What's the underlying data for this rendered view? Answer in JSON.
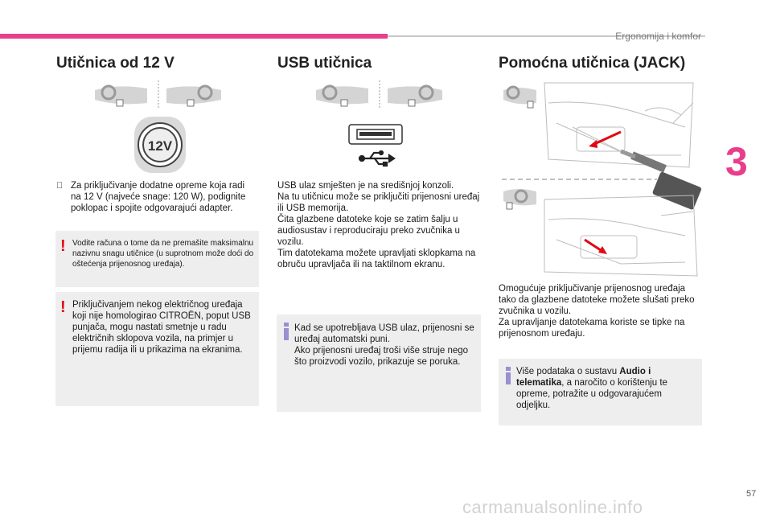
{
  "header": {
    "title": "Ergonomija i komfor"
  },
  "chapter_number": "3",
  "page_number": "57",
  "watermark": "carmanualsonline.info",
  "col1": {
    "title": "Utičnica od 12 V",
    "socket_label": "12V",
    "bullet_icon": "",
    "bullet_text": "Za priključivanje dodatne opreme koja radi na 12 V (najveće snage: 120 W), podignite poklopac i spojite odgovarajući adapter.",
    "warning1": "Vodite računa o tome da ne premašite maksimalnu nazivnu snagu utičnice (u suprotnom može doći do oštećenja prijenosnog uređaja).",
    "warning2": "Priključivanjem nekog električnog uređaja koji nije homologirao CITROËN, poput USB punjača, mogu nastati smetnje u radu električnih sklopova vozila, na primjer u prijemu radija ili u prikazima na ekranima."
  },
  "col2": {
    "title": "USB utičnica",
    "usb_symbol": "⭍",
    "body": "USB ulaz smješten je na središnjoj konzoli.\nNa tu utičnicu može se priključiti prijenosni uređaj ili USB memorija.\nČita glazbene datoteke koje se zatim šalju u audiosustav i reproduciraju preko zvučnika u vozilu.\nTim datotekama možete upravljati sklopkama na obruču upravljača ili na taktilnom ekranu.",
    "info": "Kad se upotrebljava USB ulaz, prijenosni se uređaj automatski puni.\nAko prijenosni uređaj troši više struje nego što proizvodi vozilo, prikazuje se poruka."
  },
  "col3": {
    "title": "Pomoćna utičnica (JACK)",
    "body": "Omogućuje priključivanje prijenosnog uređaja tako da glazbene datoteke možete slušati preko zvučnika u vozilu.\nZa upravljanje datotekama koriste se tipke na prijenosnom uređaju.",
    "info_pre": "Više podataka o sustavu ",
    "info_bold": "Audio i telematika",
    "info_post": ", a naročito o korištenju te opreme, potražite u odgovarajućem odjeljku."
  },
  "colors": {
    "accent": "#e83e8c",
    "warning": "#e30613",
    "info": "#9a8fd0",
    "note_bg": "#eeeeee"
  }
}
